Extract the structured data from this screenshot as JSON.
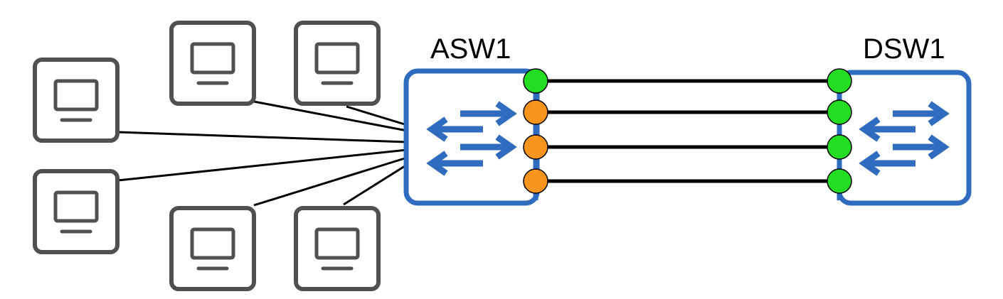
{
  "switches": [
    {
      "id": "asw1",
      "label": "ASW1"
    },
    {
      "id": "dsw1",
      "label": "DSW1"
    }
  ],
  "pcs": [
    {
      "id": "pc-1",
      "icon": "monitor-icon"
    },
    {
      "id": "pc-2",
      "icon": "monitor-icon"
    },
    {
      "id": "pc-3",
      "icon": "monitor-icon"
    },
    {
      "id": "pc-4",
      "icon": "monitor-icon"
    },
    {
      "id": "pc-5",
      "icon": "monitor-icon"
    },
    {
      "id": "pc-6",
      "icon": "monitor-icon"
    }
  ],
  "trunk_links": [
    {
      "asw1_port_state": "forwarding",
      "dsw1_port_state": "forwarding"
    },
    {
      "asw1_port_state": "blocking",
      "dsw1_port_state": "forwarding"
    },
    {
      "asw1_port_state": "blocking",
      "dsw1_port_state": "forwarding"
    },
    {
      "asw1_port_state": "blocking",
      "dsw1_port_state": "forwarding"
    }
  ],
  "colors": {
    "switch_border": "#2f6bbf",
    "switch_arrows": "#2f6bbf",
    "pc_border": "#505050",
    "link": "#000000",
    "forwarding": "#22dd22",
    "blocking": "#f7941d"
  }
}
